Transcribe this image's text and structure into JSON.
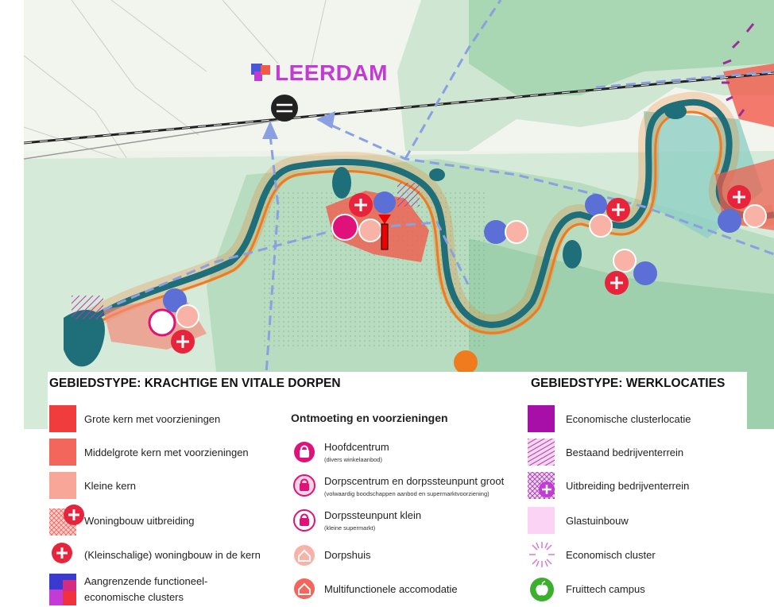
{
  "map": {
    "city_label": "LEERDAM",
    "colors": {
      "land_light": "#e9f1e4",
      "green_medium": "#b6dcbf",
      "green_dark": "#7fc79d",
      "river": "#1f6f7a",
      "dike_orange": "#f07a1e",
      "core_red": "#f15a4a",
      "route_blue": "#8aa0e0",
      "cluster_purple": "#c23bd4"
    }
  },
  "legend": {
    "left_heading": "GEBIEDSTYPE: KRACHTIGE EN VITALE DORPEN",
    "right_heading": "GEBIEDSTYPE: WERKLOCATIES",
    "mid_heading": "Ontmoeting en voorzieningen",
    "left_items": [
      "Grote kern met voorzieningen",
      "Middelgrote kern met voorzieningen",
      "Kleine kern",
      "Woningbouw uitbreiding",
      "(Kleinschalige) woningbouw in de kern",
      "Aangrenzende functioneel-",
      "economische clusters"
    ],
    "mid_items": [
      {
        "label": "Hoofdcentrum",
        "note": "(divers winkelaanbod)"
      },
      {
        "label": "Dorpscentrum en dorpssteunpunt groot",
        "note": "(volwaardig boodschappen aanbod en supermarktvoorziening)"
      },
      {
        "label": "Dorpssteunpunt klein",
        "note": "(kleine supermarkt)"
      },
      {
        "label": "Dorpshuis",
        "note": ""
      },
      {
        "label": "Multifunctionele accomodatie",
        "note": ""
      }
    ],
    "right_items": [
      "Economische clusterlocatie",
      "Bestaand bedrijventerrein",
      "Uitbreiding bedrijventerrein",
      "Glastuinbouw",
      "Economisch cluster",
      "Fruittech campus"
    ]
  }
}
